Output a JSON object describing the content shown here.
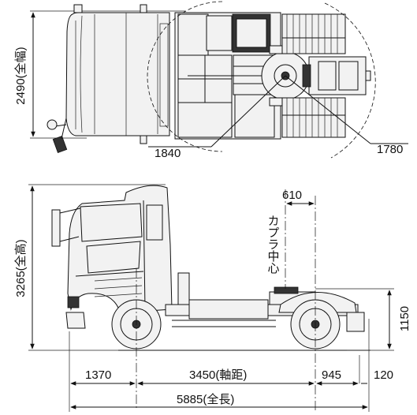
{
  "top_view": {
    "width_label": "2490(全幅)",
    "turning_front": "1840",
    "turning_rear": "1780"
  },
  "side_view": {
    "height_label": "3265(全高)",
    "coupler_offset": "610",
    "coupler_label": "カプラ中心",
    "coupler_height": "1150",
    "front_overhang": "1370",
    "wheelbase": "3450(軸距)",
    "rear_to_coupler": "945",
    "rear_overhang": "120",
    "overall_length": "5885(全長)"
  }
}
